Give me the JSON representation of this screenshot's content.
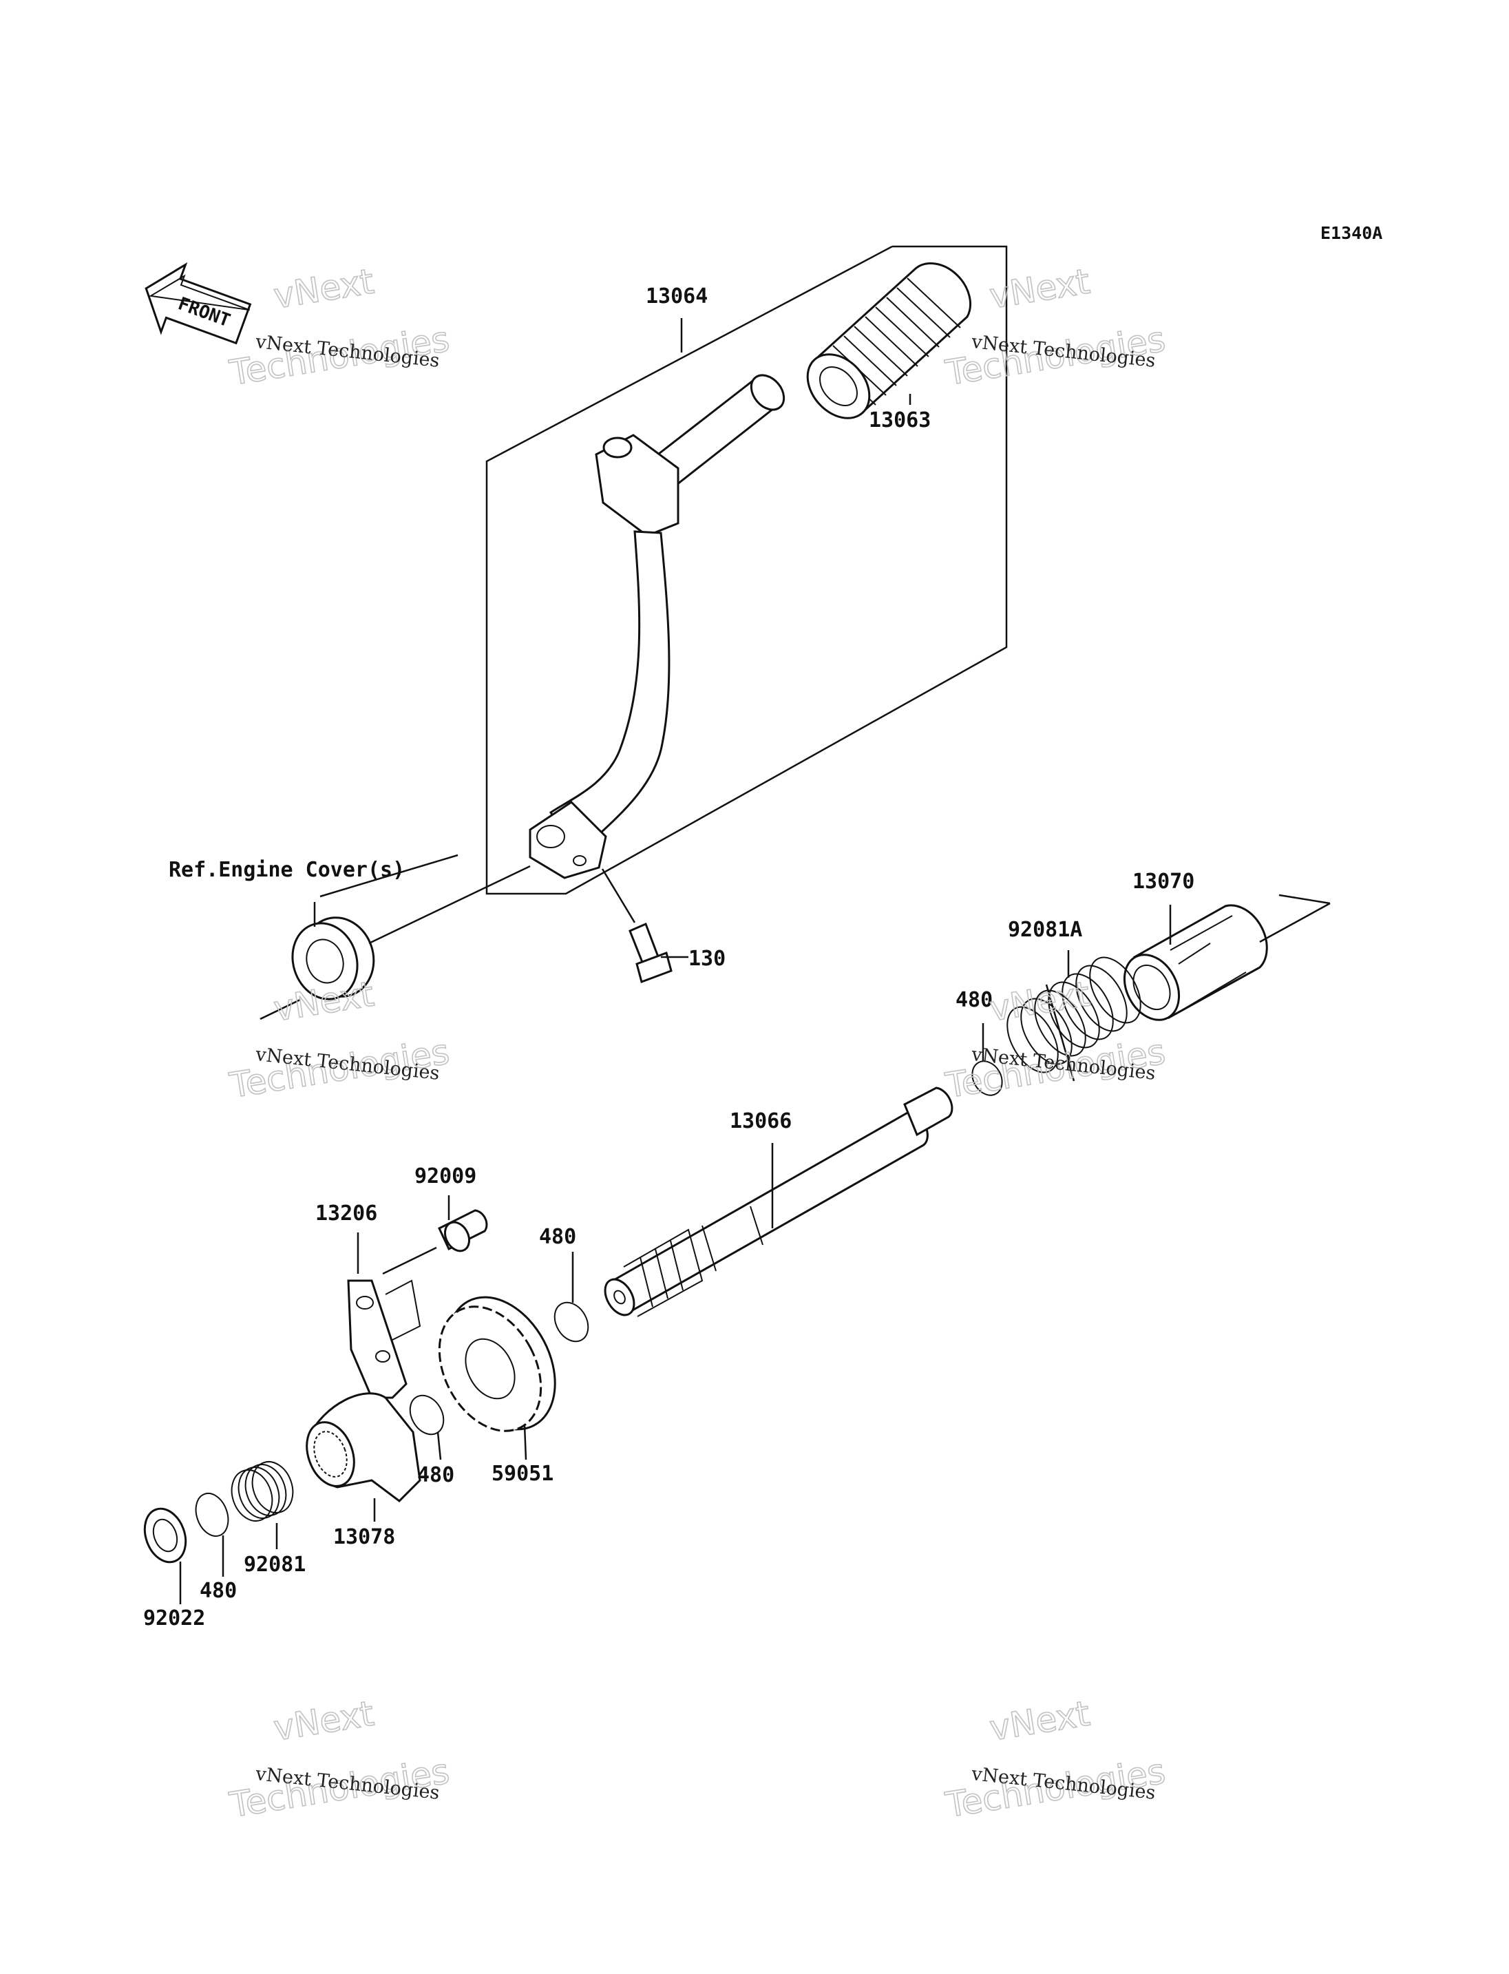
{
  "diagram": {
    "code": "E1340A",
    "front_label": "FRONT",
    "ref_label": "Ref.Engine Cover(s)",
    "watermark": {
      "line1": "vNext Technologies",
      "line2a": "vNext",
      "line2b": "Technologies"
    },
    "parts": {
      "p13064": "13064",
      "p13063": "13063",
      "p13070": "13070",
      "p92081A": "92081A",
      "p480a": "480",
      "p130": "130",
      "p13066": "13066",
      "p92009": "92009",
      "p13206": "13206",
      "p480b": "480",
      "p59051": "59051",
      "p480c": "480",
      "p13078": "13078",
      "p92081": "92081",
      "p480d": "480",
      "p92022": "92022"
    }
  }
}
